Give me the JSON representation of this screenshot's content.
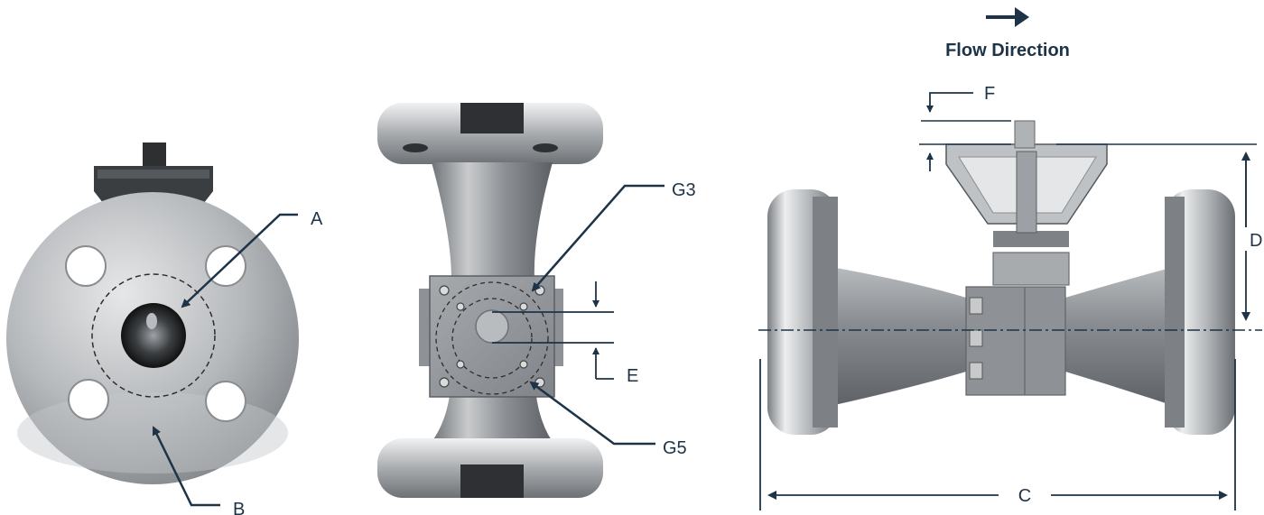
{
  "diagram": {
    "flow_direction_label": "Flow Direction",
    "labels": {
      "A": "A",
      "B": "B",
      "C": "C",
      "D": "D",
      "E": "E",
      "F": "F",
      "G3": "G3",
      "G5": "G5"
    },
    "colors": {
      "annotation": "#1d3347",
      "steel_light": "#d4d6d8",
      "steel_dark": "#6e7276",
      "background": "#ffffff"
    }
  }
}
